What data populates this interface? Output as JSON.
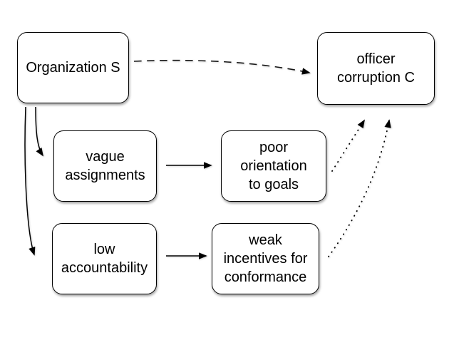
{
  "diagram": {
    "colors": {
      "background": "#ffffff",
      "line": "#000000",
      "text": "#000000",
      "node_fill": "#ffffff"
    },
    "nodes": [
      {
        "id": "organization-s",
        "label": "Organization S"
      },
      {
        "id": "officer-corruption",
        "label": "officer\ncorruption C"
      },
      {
        "id": "vague-assignments",
        "label": "vague\nassignments"
      },
      {
        "id": "poor-orientation",
        "label": "poor\norientation\nto goals"
      },
      {
        "id": "low-accountability",
        "label": "low\naccountability"
      },
      {
        "id": "weak-incentives",
        "label": "weak\nincentives for\nconformance"
      }
    ],
    "edges": [
      {
        "from": "organization-s",
        "to": "officer-corruption",
        "style": "dashed",
        "arrowhead": "filled-triangle"
      },
      {
        "from": "organization-s",
        "to": "vague-assignments",
        "style": "solid",
        "arrowhead": "filled-triangle"
      },
      {
        "from": "organization-s",
        "to": "low-accountability",
        "style": "solid",
        "arrowhead": "filled-triangle"
      },
      {
        "from": "vague-assignments",
        "to": "poor-orientation",
        "style": "solid",
        "arrowhead": "filled-triangle"
      },
      {
        "from": "low-accountability",
        "to": "weak-incentives",
        "style": "solid",
        "arrowhead": "filled-triangle"
      },
      {
        "from": "poor-orientation",
        "to": "officer-corruption",
        "style": "dotted",
        "arrowhead": "filled-triangle"
      },
      {
        "from": "weak-incentives",
        "to": "officer-corruption",
        "style": "dotted",
        "arrowhead": "filled-triangle"
      }
    ]
  }
}
